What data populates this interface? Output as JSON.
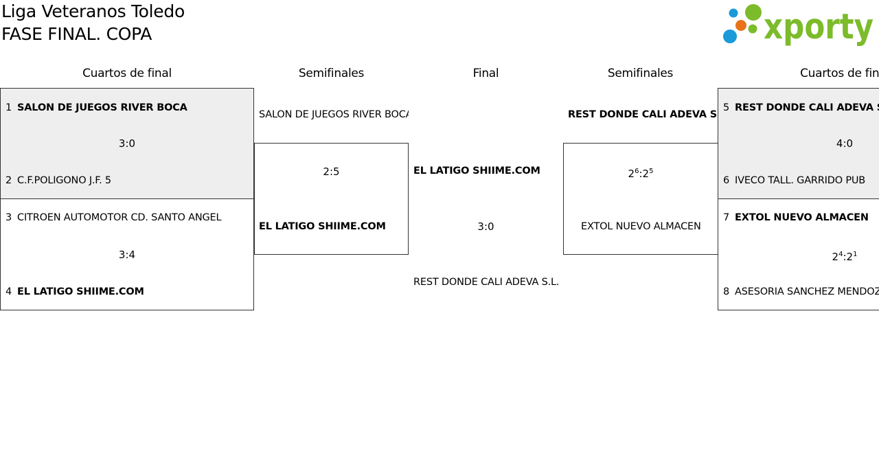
{
  "header": {
    "league": "Liga Veteranos Toledo",
    "phase": "FASE FINAL. COPA",
    "brand": "xporty"
  },
  "rounds": {
    "qf_left": "Cuartos de final",
    "sf_left": "Semifinales",
    "final": "Final",
    "sf_right": "Semifinales",
    "qf_right": "Cuartos de final"
  },
  "qf_left": [
    {
      "team_a": {
        "seed": "1",
        "name": "SALON DE JUEGOS RIVER BOCA",
        "winner": true
      },
      "score": "3:0",
      "team_b": {
        "seed": "2",
        "name": "C.F.POLIGONO J.F. 5",
        "winner": false
      }
    },
    {
      "team_a": {
        "seed": "3",
        "name": "CITROEN AUTOMOTOR CD. SANTO ANGEL",
        "winner": false
      },
      "score": "3:4",
      "team_b": {
        "seed": "4",
        "name": "EL LATIGO SHIIME.COM",
        "winner": true
      }
    }
  ],
  "sf_left": {
    "team_a": {
      "name": "SALON DE JUEGOS RIVER BOCA",
      "winner": false
    },
    "score": "2:5",
    "team_b": {
      "name": "EL LATIGO SHIIME.COM",
      "winner": true
    }
  },
  "final": {
    "team_a": {
      "name": "EL LATIGO SHIIME.COM",
      "winner": true
    },
    "score": "3:0",
    "team_b": {
      "name": "REST DONDE CALI ADEVA S.L.",
      "winner": false
    }
  },
  "sf_right": {
    "team_a": {
      "name": "REST DONDE CALI ADEVA S.L.",
      "winner": true
    },
    "score": {
      "a": "2",
      "a_pen": "6",
      "b": "2",
      "b_pen": "5"
    },
    "team_b": {
      "name": "EXTOL NUEVO ALMACEN",
      "winner": false
    }
  },
  "qf_right": [
    {
      "team_a": {
        "seed": "5",
        "name": "REST DONDE CALI ADEVA S.L.",
        "winner": true
      },
      "score": "4:0",
      "team_b": {
        "seed": "6",
        "name": "IVECO TALL. GARRIDO PUB",
        "winner": false
      }
    },
    {
      "team_a": {
        "seed": "7",
        "name": "EXTOL NUEVO ALMACEN",
        "winner": true
      },
      "score": {
        "a": "2",
        "a_pen": "4",
        "b": "2",
        "b_pen": "1"
      },
      "team_b": {
        "seed": "8",
        "name": "ASESORIA SANCHEZ MENDOZA",
        "winner": false
      }
    }
  ],
  "colors": {
    "logo_green": "#7cbb2a",
    "logo_blue": "#1a9ad9",
    "logo_orange": "#e8711a",
    "shade": "#eeeeee"
  }
}
